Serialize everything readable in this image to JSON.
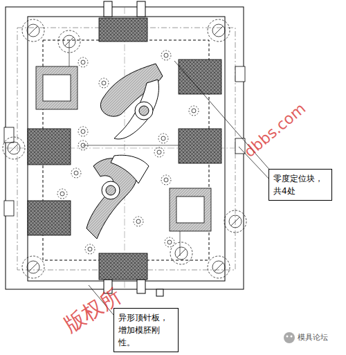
{
  "diagram": {
    "nodes": [
      {
        "text": [
          "零度定位块，共4处"
        ]
      },
      {
        "text": [
          "异形顶针板，增加模胚刚性。"
        ]
      }
    ],
    "labels": [
      "版权所",
      "dbbs.com",
      "模具论坛"
    ]
  }
}
